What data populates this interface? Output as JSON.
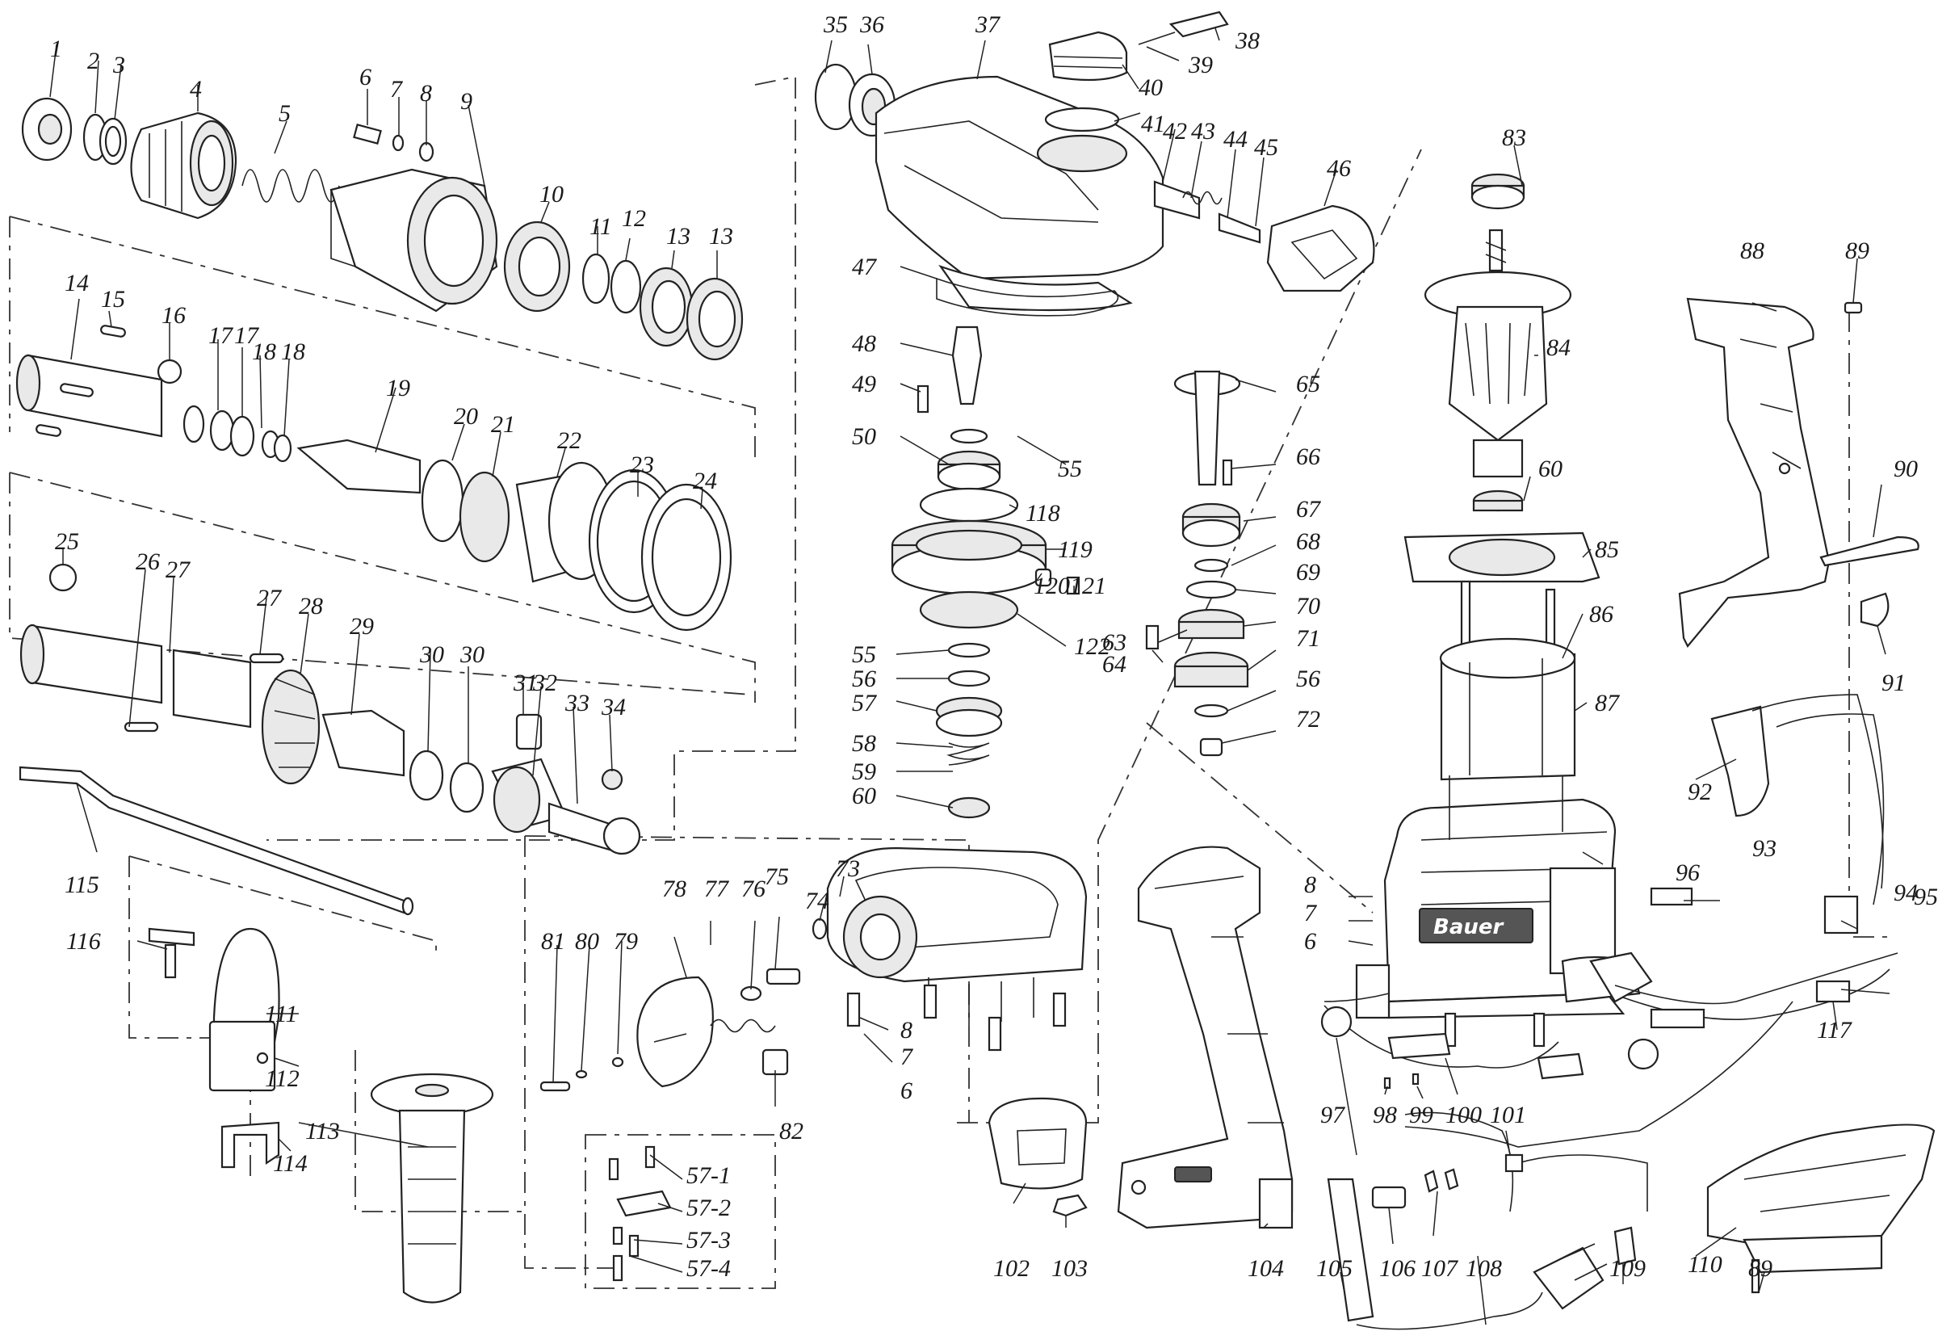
{
  "diagram": {
    "brand_label": "Bauer",
    "part_labels": [
      "1",
      "2",
      "3",
      "4",
      "5",
      "6",
      "7",
      "8",
      "9",
      "10",
      "11",
      "12",
      "13",
      "13",
      "14",
      "15",
      "16",
      "17",
      "17",
      "18",
      "18",
      "19",
      "20",
      "21",
      "22",
      "23",
      "24",
      "25",
      "26",
      "27",
      "27",
      "28",
      "29",
      "30",
      "30",
      "31",
      "32",
      "33",
      "34",
      "35",
      "36",
      "37",
      "38",
      "39",
      "40",
      "41",
      "42",
      "43",
      "44",
      "45",
      "46",
      "47",
      "48",
      "49",
      "50",
      "55",
      "118",
      "119",
      "120",
      "121",
      "122",
      "55",
      "56",
      "57",
      "58",
      "59",
      "60",
      "65",
      "66",
      "67",
      "68",
      "69",
      "70",
      "63",
      "64",
      "71",
      "56",
      "72",
      "73",
      "74",
      "75",
      "76",
      "77",
      "78",
      "79",
      "80",
      "81",
      "82",
      "8",
      "7",
      "6",
      "57-1",
      "57-2",
      "57-3",
      "57-4",
      "83",
      "84",
      "60",
      "85",
      "86",
      "87",
      "8",
      "7",
      "6",
      "88",
      "89",
      "90",
      "91",
      "92",
      "93",
      "94",
      "95",
      "96",
      "117",
      "97",
      "98",
      "99",
      "100",
      "101",
      "102",
      "103",
      "104",
      "105",
      "106",
      "107",
      "108",
      "109",
      "110",
      "89",
      "111",
      "112",
      "113",
      "114",
      "115",
      "116"
    ]
  }
}
